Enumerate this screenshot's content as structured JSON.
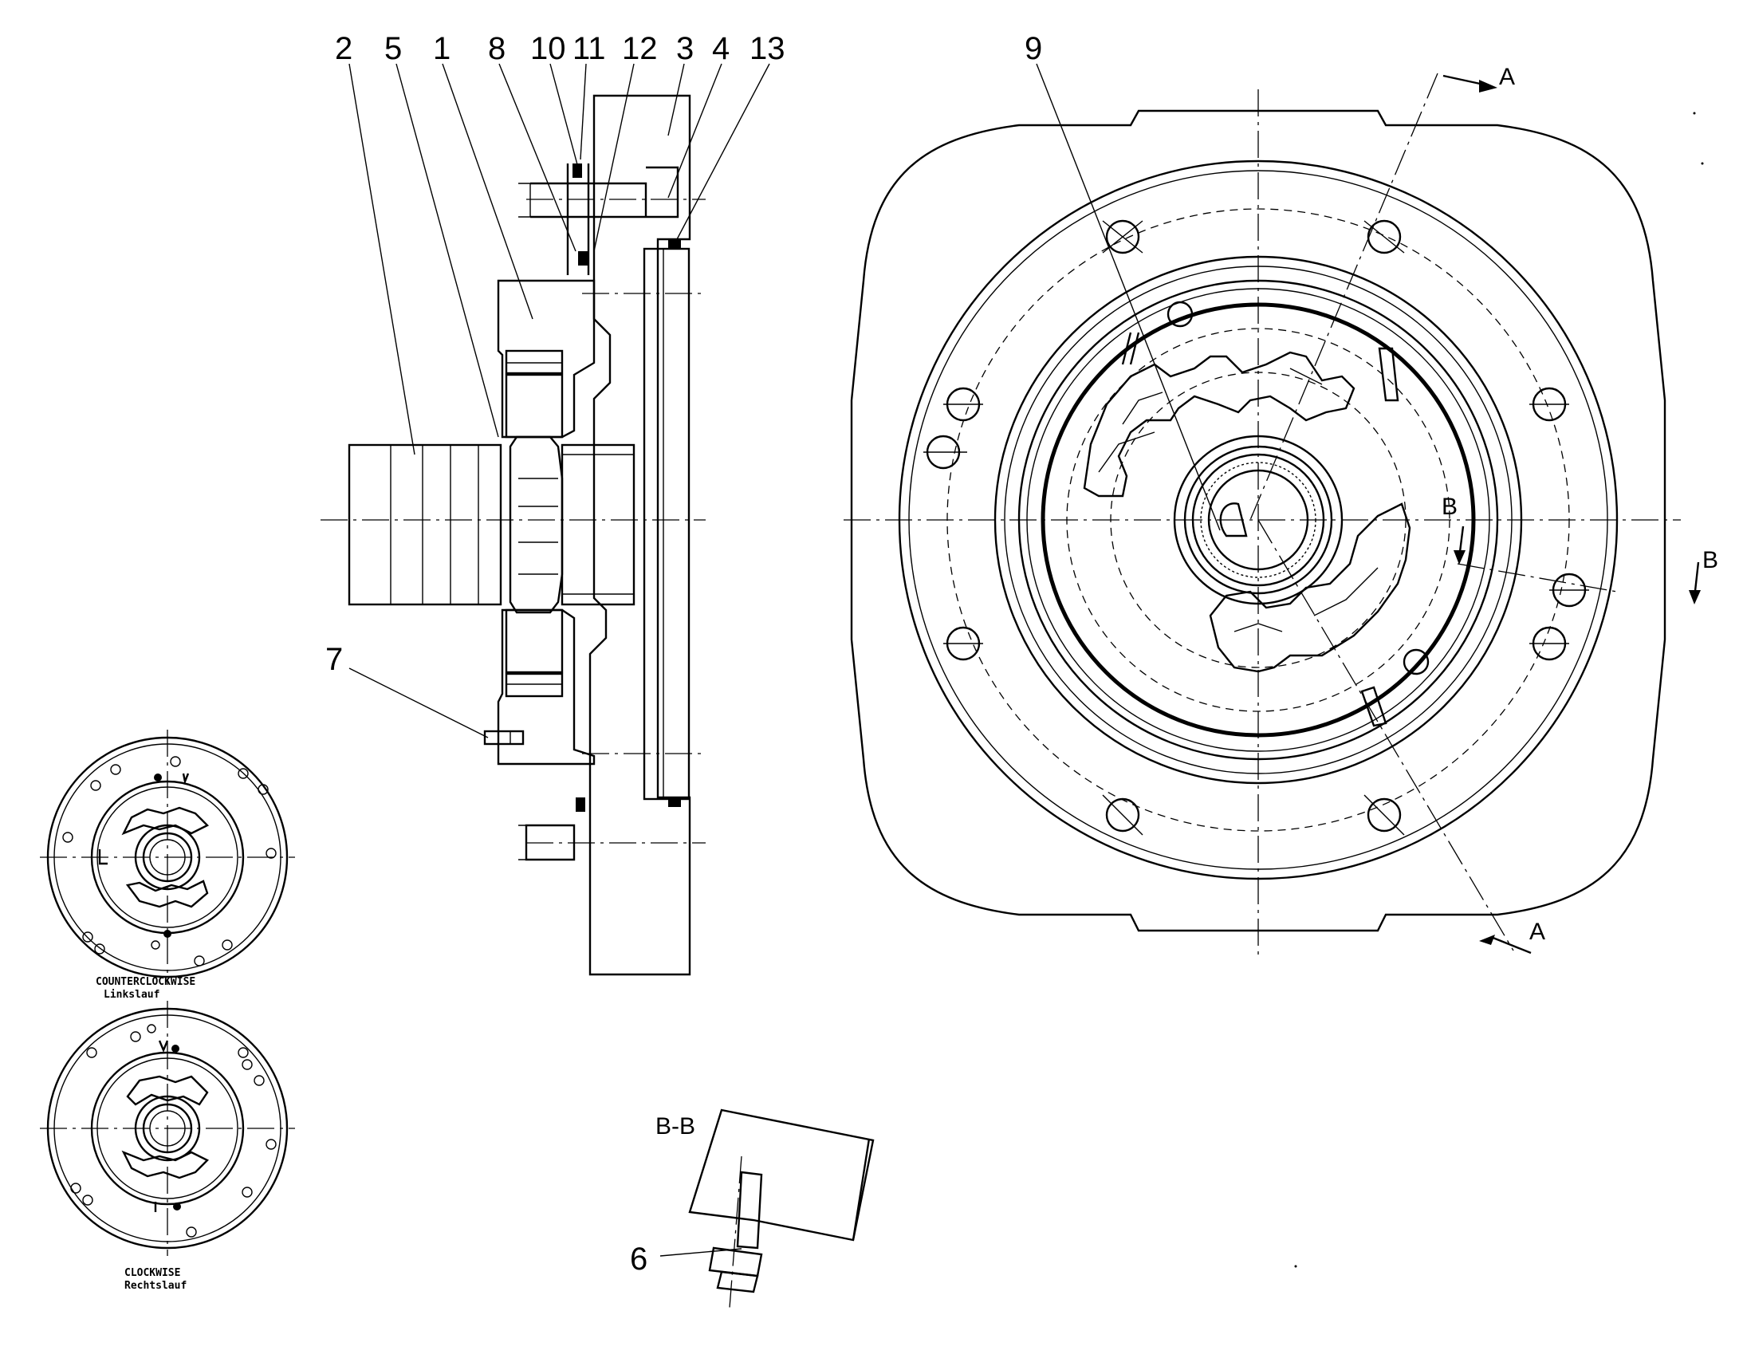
{
  "callouts": {
    "n1": "1",
    "n2": "2",
    "n3": "3",
    "n4": "4",
    "n5": "5",
    "n6": "6",
    "n7": "7",
    "n8": "8",
    "n9": "9",
    "n10": "10",
    "n11": "11",
    "n12": "12",
    "n13": "13"
  },
  "section_marks": {
    "a_top": "A",
    "a_bottom": "A",
    "b_left": "B",
    "b_right": "B",
    "section_bb": "B-B"
  },
  "rotation_views": {
    "ccw_en": "COUNTERCLOCKWISE",
    "ccw_de": "Linkslauf",
    "cw_en": "CLOCKWISE",
    "cw_de": "Rechtslauf"
  }
}
